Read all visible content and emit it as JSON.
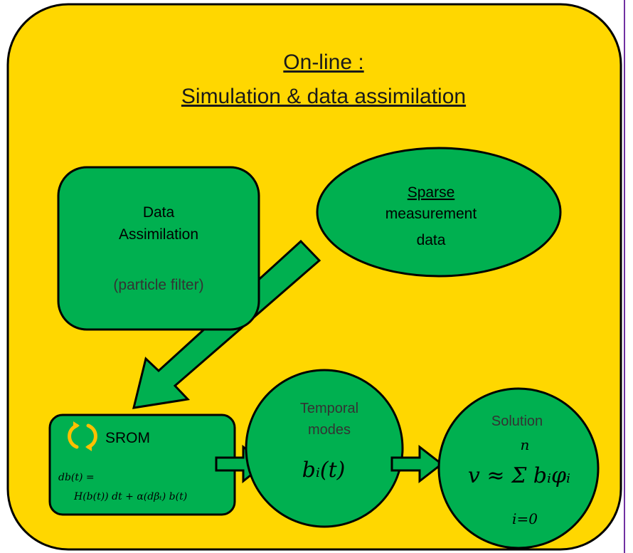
{
  "title": {
    "line1": "On-line :",
    "line2": "Simulation & data assimilation"
  },
  "data_assimilation": {
    "line1": "Data",
    "line2": "Assimilation",
    "sub": "(particle filter)"
  },
  "sparse": {
    "line1": "Sparse",
    "line2": "measurement",
    "line3": "data"
  },
  "srom": {
    "label": "SROM",
    "equation_line1": "db(t) =",
    "equation_line2": "H(b(t)) dt + α(dβₜ) b(t)"
  },
  "temporal_modes": {
    "line1": "Temporal",
    "line2": "modes",
    "formula": "bᵢ(t)"
  },
  "solution": {
    "label": "Solution",
    "formula": "v ≈ Σ bᵢφᵢ",
    "sum_upper": "n",
    "sum_lower": "i=0"
  },
  "colors": {
    "panel": "#ffd700",
    "node": "#00b050",
    "border": "#000000",
    "page_rule": "#7030a0",
    "recycle_icon": "#ffc000"
  }
}
